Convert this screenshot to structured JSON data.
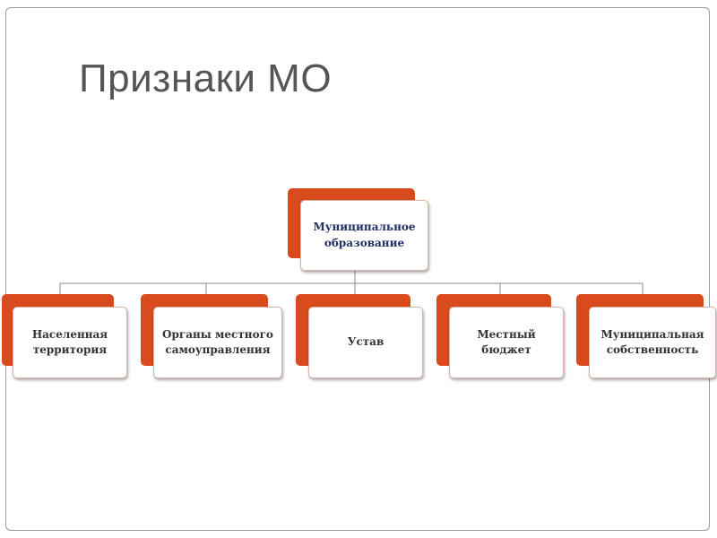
{
  "slide": {
    "title": "Признаки МО"
  },
  "diagram": {
    "root": {
      "label": "Муниципальное\nобразование"
    },
    "children": [
      {
        "label": "Населенная\nтерритория"
      },
      {
        "label": "Органы местного\nсамоуправления"
      },
      {
        "label": "Устав"
      },
      {
        "label": "Местный\nбюджет"
      },
      {
        "label": "Муниципальная\nсобственность"
      }
    ],
    "colors": {
      "accent": "#d94a1c",
      "box_border": "#d8b3a6",
      "connector": "#8a8a8a",
      "root_text": "#1f2f5f",
      "child_text": "#333333",
      "title_text": "#555555"
    }
  }
}
